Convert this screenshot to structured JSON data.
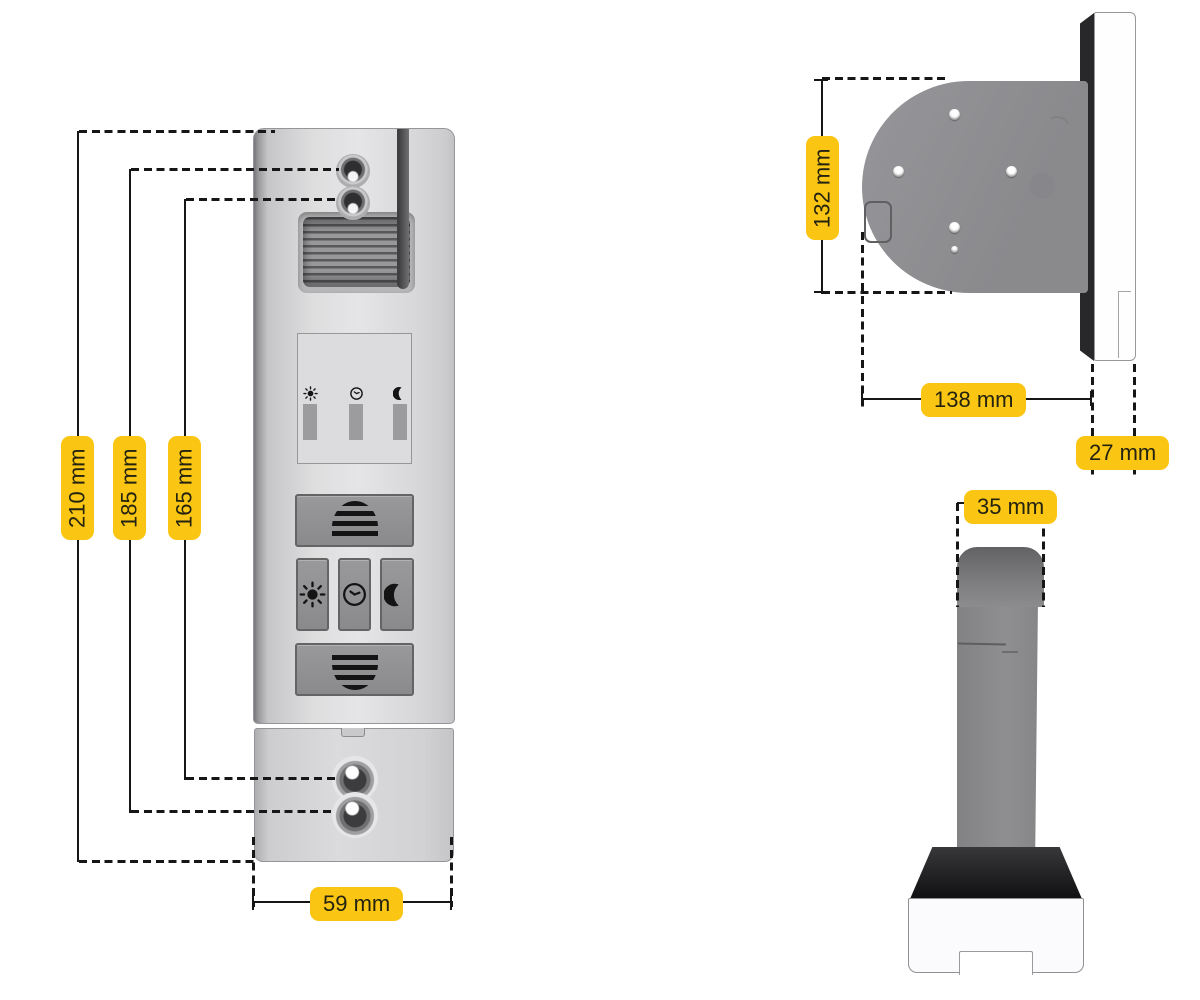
{
  "colors": {
    "dimension_label_bg": "#fac513",
    "dimension_label_text": "#232310",
    "dimension_line": "#161616",
    "device_body_gray": "#d8d8da",
    "device_dark_gray": "#2b2b2d",
    "button_gray": "#909092"
  },
  "labels": {
    "front_height": "210 mm",
    "front_screw_span_outer": "185 mm",
    "front_screw_span_inner": "165 mm",
    "front_width": "59 mm",
    "top_plate_height": "132 mm",
    "top_depth": "138 mm",
    "top_front_depth": "27 mm",
    "side_width": "35 mm"
  },
  "device": {
    "display_icons": [
      "sun",
      "clock",
      "moon"
    ],
    "buttons": [
      "shutter-up",
      "sun",
      "clock",
      "moon",
      "shutter-down"
    ]
  }
}
